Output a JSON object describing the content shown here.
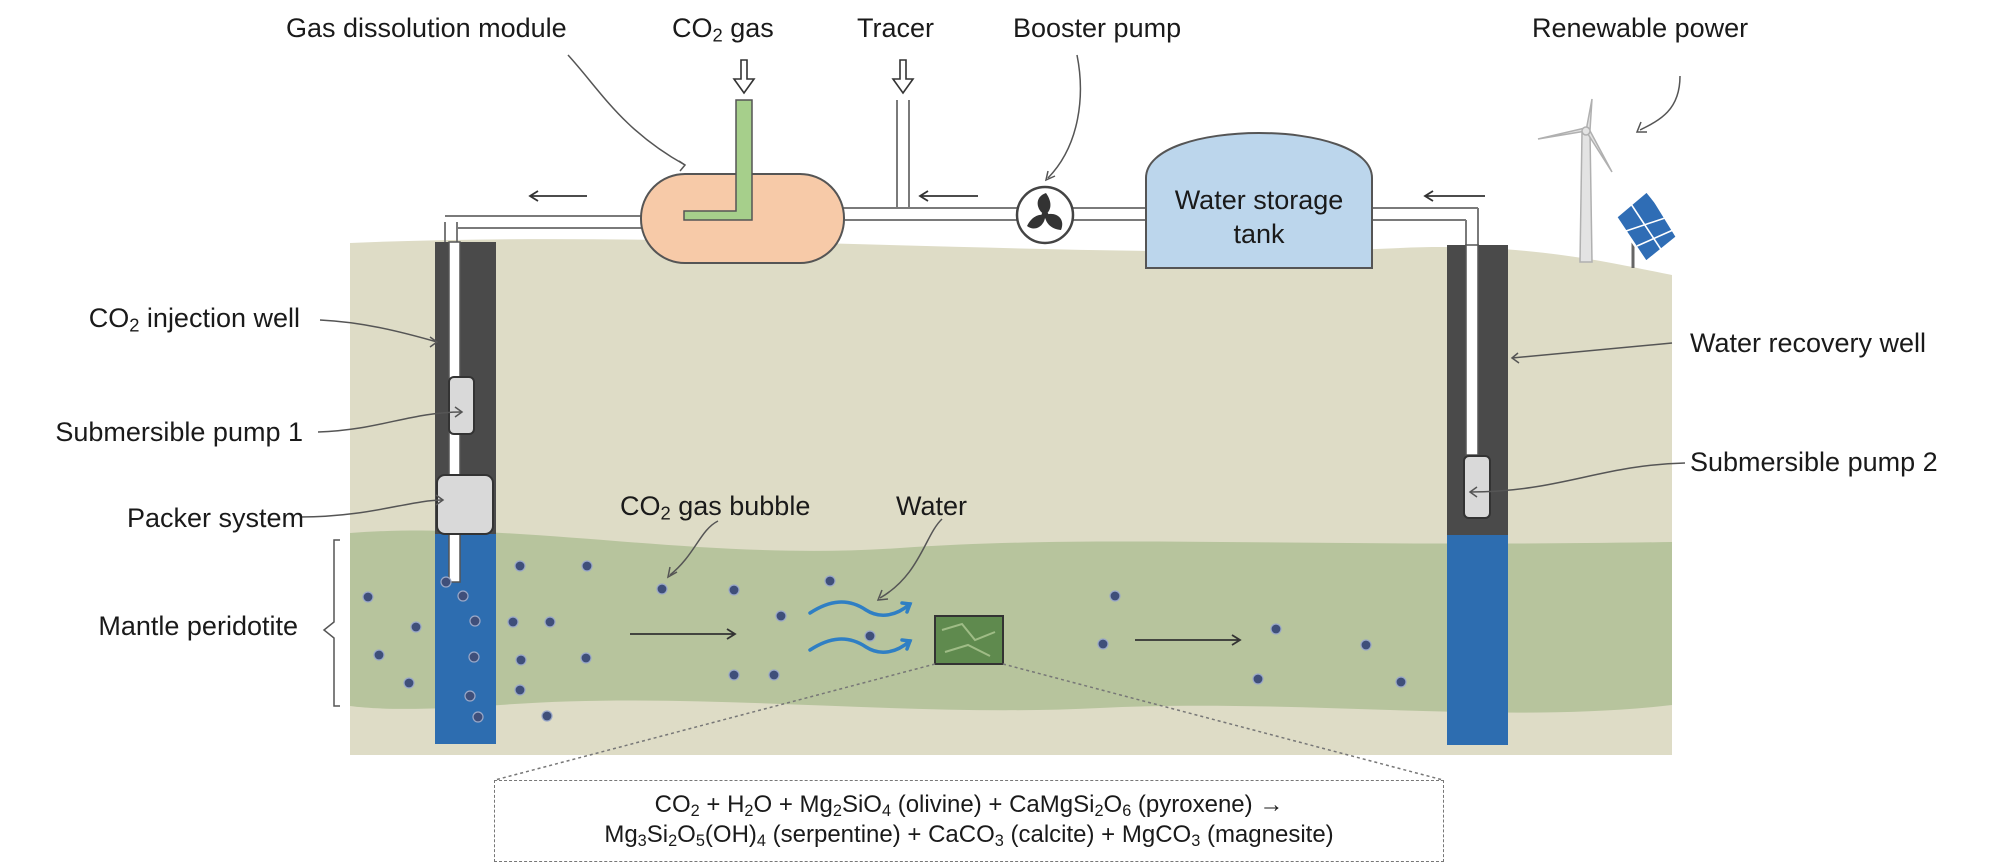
{
  "labels": {
    "gas_dissolution": "Gas dissolution module",
    "co2_gas": {
      "pre": "CO",
      "sub": "2",
      "post": " gas"
    },
    "tracer": "Tracer",
    "booster_pump": "Booster pump",
    "renewable_power": "Renewable power",
    "water_storage_tank_line1": "Water storage",
    "water_storage_tank_line2": "tank",
    "co2_injection_well": {
      "pre": "CO",
      "sub": "2",
      "post": " injection well"
    },
    "submersible_pump_1": "Submersible pump 1",
    "packer_system": "Packer system",
    "mantle_peridotite": "Mantle peridotite",
    "co2_gas_bubble": {
      "pre": "CO",
      "sub": "2",
      "post": " gas bubble"
    },
    "water": "Water",
    "water_recovery_well": "Water recovery well",
    "submersible_pump_2": "Submersible pump 2"
  },
  "reaction": {
    "line1": [
      {
        "t": "CO"
      },
      {
        "s": "2"
      },
      {
        "t": " + H"
      },
      {
        "s": "2"
      },
      {
        "t": "O + Mg"
      },
      {
        "s": "2"
      },
      {
        "t": "SiO"
      },
      {
        "s": "4"
      },
      {
        "t": " (olivine) + CaMgSi"
      },
      {
        "s": "2"
      },
      {
        "t": "O"
      },
      {
        "s": "6"
      },
      {
        "t": " (pyroxene) →"
      }
    ],
    "line2": [
      {
        "t": "Mg"
      },
      {
        "s": "3"
      },
      {
        "t": "Si"
      },
      {
        "s": "2"
      },
      {
        "t": "O"
      },
      {
        "s": "5"
      },
      {
        "t": "(OH)"
      },
      {
        "s": "4"
      },
      {
        "t": " (serpentine) + CaCO"
      },
      {
        "s": "3"
      },
      {
        "t": " (calcite) + MgCO"
      },
      {
        "s": "3"
      },
      {
        "t": " (magnesite)"
      }
    ]
  },
  "colors": {
    "ground": "#dedcc6",
    "peridotite": "#b7c49d",
    "well_casing": "#4a4a4a",
    "well_water": "#2d6db0",
    "pump": "#d9d9d9",
    "gas_module": "#f7caa8",
    "co2_pipe": "#a6cf8b",
    "tank": "#bcd6ec",
    "bubble": "#3f4f7a",
    "flow_arrow": "#2f7fc4",
    "rock_sample": "#5f8a4e",
    "solar_panel": "#2f6db5"
  },
  "icons": [
    "fan-icon",
    "wind-turbine-icon",
    "solar-panel-icon",
    "down-arrow-icon",
    "flow-arrow-icon"
  ]
}
